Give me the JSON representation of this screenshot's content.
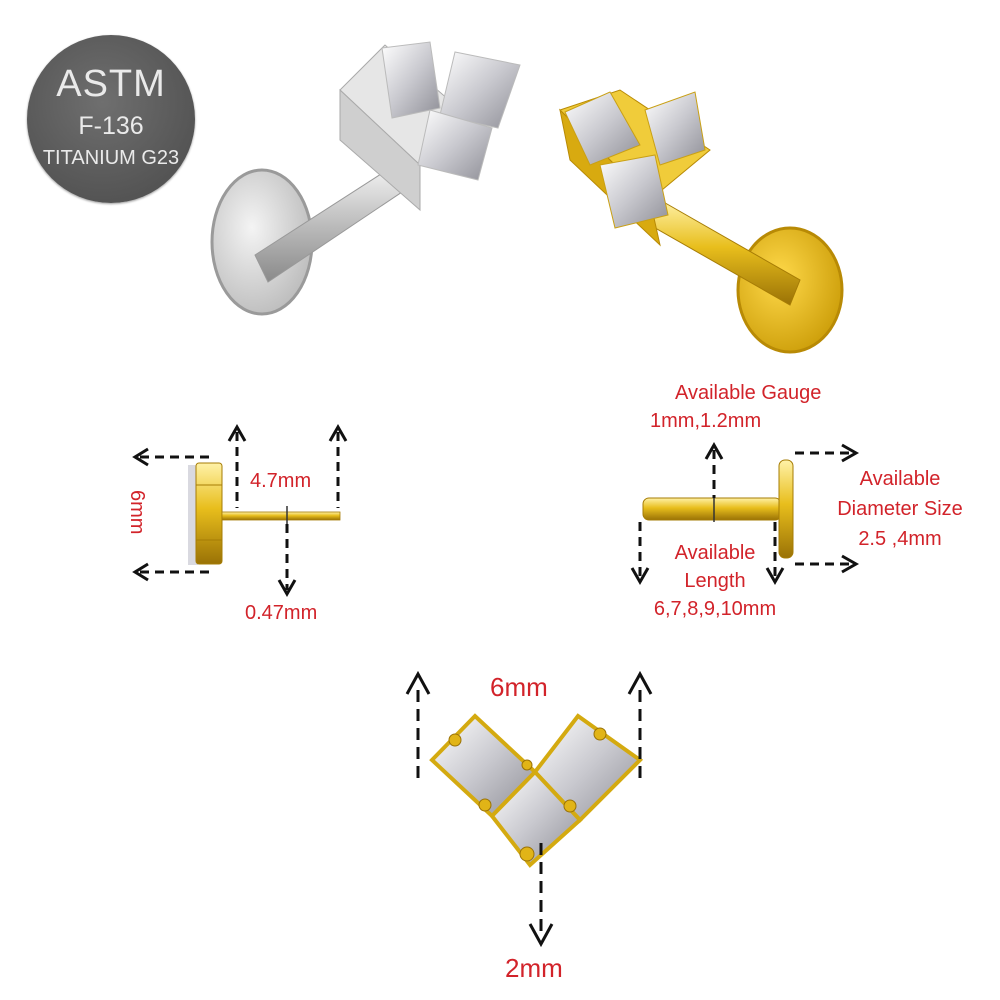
{
  "badge": {
    "line1": "ASTM",
    "line2": "F-136",
    "line3": "TITANIUM G23"
  },
  "products": [
    {
      "name": "silver-labret-stud",
      "finish": "silver titanium",
      "color": "#d9d9d9"
    },
    {
      "name": "gold-labret-stud",
      "finish": "gold titanium",
      "color": "#e8be1c"
    }
  ],
  "side_view": {
    "top_height": "6mm",
    "post_length": "4.7mm",
    "post_thickness": "0.47mm"
  },
  "post_spec": {
    "gauge_title": "Available Gauge",
    "gauge_values": "1mm,1.2mm",
    "length_title_1": "Available",
    "length_title_2": "Length",
    "length_values": "6,7,8,9,10mm",
    "diameter_title_1": "Available",
    "diameter_title_2": "Diameter Size",
    "diameter_values": "2.5 ,4mm"
  },
  "front_view": {
    "width": "6mm",
    "depth": "2mm"
  },
  "colors": {
    "label_red": "#d2232a",
    "gold": "#e8be1c",
    "silver": "#d9d9d9",
    "badge_gray": "#5a5a5a"
  }
}
